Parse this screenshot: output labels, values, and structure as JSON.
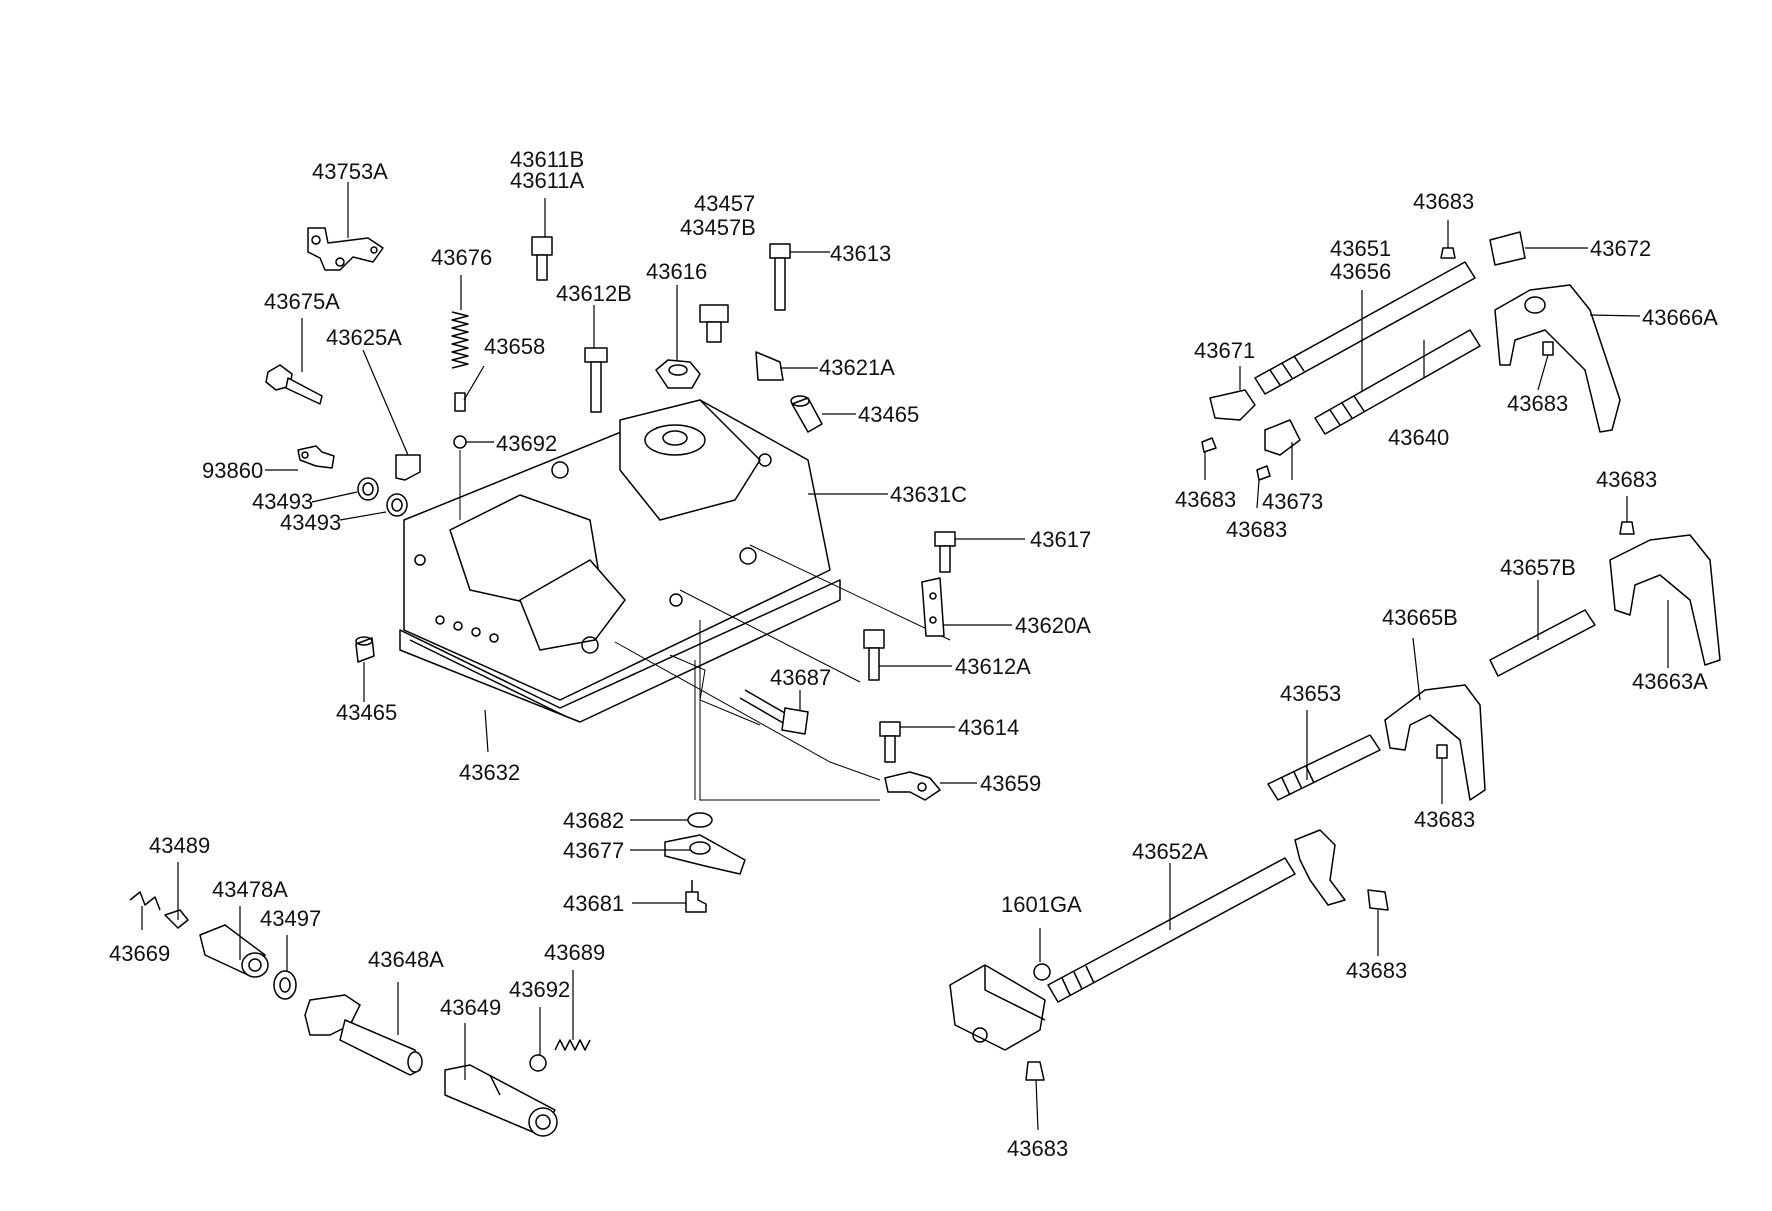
{
  "diagram": {
    "labels": [
      {
        "id": "l01",
        "text": "43753A"
      },
      {
        "id": "l02",
        "text": "43611B"
      },
      {
        "id": "l03",
        "text": "43611A"
      },
      {
        "id": "l04",
        "text": "43457"
      },
      {
        "id": "l05",
        "text": "43457B"
      },
      {
        "id": "l06",
        "text": "43613"
      },
      {
        "id": "l07",
        "text": "43676"
      },
      {
        "id": "l08",
        "text": "43616"
      },
      {
        "id": "l09",
        "text": "43612B"
      },
      {
        "id": "l10",
        "text": "43675A"
      },
      {
        "id": "l11",
        "text": "43625A"
      },
      {
        "id": "l12",
        "text": "43658"
      },
      {
        "id": "l13",
        "text": "43621A"
      },
      {
        "id": "l14",
        "text": "43465"
      },
      {
        "id": "l15",
        "text": "43692"
      },
      {
        "id": "l16",
        "text": "93860"
      },
      {
        "id": "l17",
        "text": "43493"
      },
      {
        "id": "l18",
        "text": "43493"
      },
      {
        "id": "l19",
        "text": "43631C"
      },
      {
        "id": "l20",
        "text": "43617"
      },
      {
        "id": "l21",
        "text": "43620A"
      },
      {
        "id": "l22",
        "text": "43612A"
      },
      {
        "id": "l23",
        "text": "43687"
      },
      {
        "id": "l24",
        "text": "43465"
      },
      {
        "id": "l25",
        "text": "43614"
      },
      {
        "id": "l26",
        "text": "43632"
      },
      {
        "id": "l27",
        "text": "43659"
      },
      {
        "id": "l28",
        "text": "43682"
      },
      {
        "id": "l29",
        "text": "43677"
      },
      {
        "id": "l30",
        "text": "43681"
      },
      {
        "id": "l31",
        "text": "43489"
      },
      {
        "id": "l32",
        "text": "43478A"
      },
      {
        "id": "l33",
        "text": "43497"
      },
      {
        "id": "l34",
        "text": "43669"
      },
      {
        "id": "l35",
        "text": "43648A"
      },
      {
        "id": "l36",
        "text": "43689"
      },
      {
        "id": "l37",
        "text": "43692"
      },
      {
        "id": "l38",
        "text": "43649"
      },
      {
        "id": "l39",
        "text": "43683"
      },
      {
        "id": "l40",
        "text": "43651"
      },
      {
        "id": "l41",
        "text": "43656"
      },
      {
        "id": "l42",
        "text": "43672"
      },
      {
        "id": "l43",
        "text": "43666A"
      },
      {
        "id": "l44",
        "text": "43671"
      },
      {
        "id": "l45",
        "text": "43683"
      },
      {
        "id": "l46",
        "text": "43640"
      },
      {
        "id": "l47",
        "text": "43683"
      },
      {
        "id": "l48",
        "text": "43673"
      },
      {
        "id": "l49",
        "text": "43683"
      },
      {
        "id": "l50",
        "text": "43683"
      },
      {
        "id": "l51",
        "text": "43657B"
      },
      {
        "id": "l52",
        "text": "43665B"
      },
      {
        "id": "l53",
        "text": "43663A"
      },
      {
        "id": "l54",
        "text": "43653"
      },
      {
        "id": "l55",
        "text": "43683"
      },
      {
        "id": "l56",
        "text": "43652A"
      },
      {
        "id": "l57",
        "text": "1601GA"
      },
      {
        "id": "l58",
        "text": "43683"
      },
      {
        "id": "l59",
        "text": "43683"
      }
    ]
  }
}
